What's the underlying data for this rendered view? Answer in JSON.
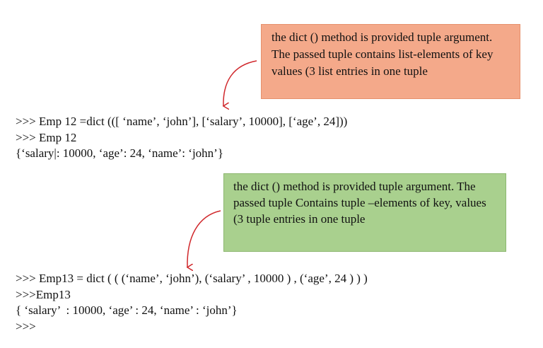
{
  "annotations": [
    {
      "text": "the dict () method is provided tuple argument. The passed tuple contains list-elements of key values (3 list entries in one tuple",
      "color": "#f4a98a"
    },
    {
      "text": "the dict () method is provided tuple argument. The passed tuple Contains tuple –elements of key, values (3 tuple entries in one tuple",
      "color": "#a9d08e"
    }
  ],
  "arrow_color": "#d0272b",
  "code_block_1": [
    ">>> Emp 12 =dict (([ ‘name’, ‘john’], [‘salary’, 10000], [‘age’, 24]))",
    ">>> Emp 12",
    "{‘salary|: 10000, ‘age’: 24, ‘name’: ‘john’}"
  ],
  "code_block_2": [
    ">>> Emp13 = dict ( ( (‘name’, ‘john’), (‘salary’ , 10000 ) , (‘age’, 24 ) ) )",
    ">>>Emp13",
    "{ ‘salary’  : 10000, ‘age’ : 24, ‘name’ : ‘john’}",
    ">>>"
  ]
}
